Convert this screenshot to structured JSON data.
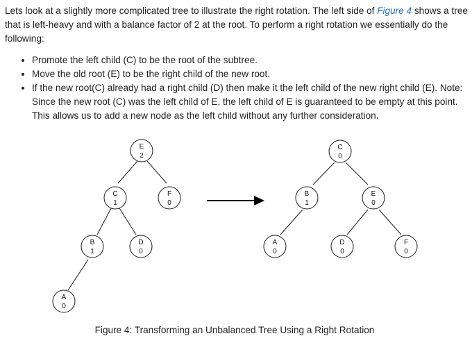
{
  "intro": {
    "before_link": "Lets look at a slightly more complicated tree to illustrate the right rotation. The left side of ",
    "link": "Figure 4",
    "after_link": " shows a tree that is left-heavy and with a balance factor of 2 at the root. To perform a right rotation we essentially do the following:"
  },
  "bullets": [
    "Promote the left child (C) to be the root of the subtree.",
    "Move the old root (E) to be the right child of the new root.",
    "If the new root(C) already had a right child (D) then make it the left child of the new right child (E). Note: Since the new root (C) was the left child of E, the left child of E is guaranteed to be empty at this point. This allows us to add a new node as the left child without any further consideration."
  ],
  "left_tree": {
    "E": {
      "label": "E",
      "balance": "2"
    },
    "C": {
      "label": "C",
      "balance": "1"
    },
    "F": {
      "label": "F",
      "balance": "0"
    },
    "B": {
      "label": "B",
      "balance": "1"
    },
    "D": {
      "label": "D",
      "balance": "0"
    },
    "A": {
      "label": "A",
      "balance": "0"
    }
  },
  "right_tree": {
    "C": {
      "label": "C",
      "balance": "0"
    },
    "B": {
      "label": "B",
      "balance": "1"
    },
    "E": {
      "label": "E",
      "balance": "0"
    },
    "A": {
      "label": "A",
      "balance": "0"
    },
    "D": {
      "label": "D",
      "balance": "0"
    },
    "F": {
      "label": "F",
      "balance": "0"
    }
  },
  "caption": "Figure 4: Transforming an Unbalanced Tree Using a Right Rotation"
}
